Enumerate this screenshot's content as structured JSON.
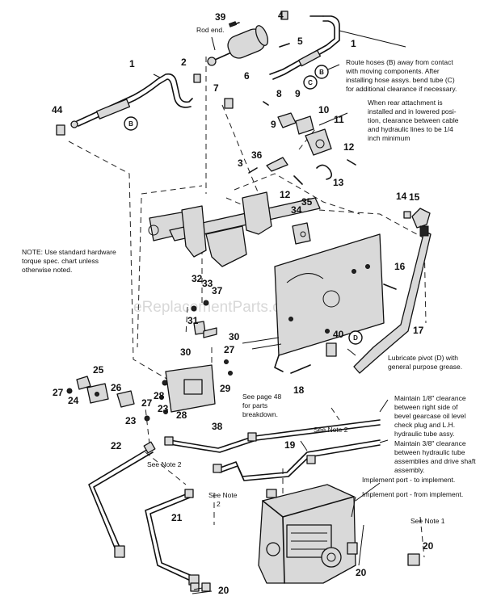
{
  "watermark": "eReplacementParts.com",
  "notes": {
    "rod_end": "Rod end.",
    "route_hoses": [
      "Route hoses (B) away from contact",
      "with moving components. After",
      "installing hose assys. bend tube (C)",
      "for additional clearance if necessary."
    ],
    "rear_attachment": [
      "When rear attachment is",
      "installed and in lowered posi-",
      "tion, clearance between cable",
      "and hydraulic lines to be 1/4",
      "inch minimum"
    ],
    "hardware": [
      "NOTE: Use standard hardware",
      "torque spec. chart unless",
      "otherwise noted."
    ],
    "lubricate": [
      "Lubricate pivot (D) with",
      "general purpose grease."
    ],
    "see_page": [
      "See page 48",
      "for parts",
      "breakdown."
    ],
    "clearance_1": [
      "Maintain 1/8\" clearance",
      "between right side of",
      "bevel gearcase oil level",
      "check plug and L.H.",
      "hydraulic tube assy."
    ],
    "clearance_2": [
      "Maintain 3/8\" clearance",
      "between hydraulic tube",
      "assemblies and drive shaft",
      "assembly."
    ],
    "see_note_2a": "See Note 2",
    "see_note_2b": "See Note 2",
    "see_note_2c": [
      "See Note",
      "2"
    ],
    "see_note_1": "See Note 1",
    "port_to": "Implement port - to implement.",
    "port_from": "Implement port - from implement."
  },
  "callouts": {
    "b1": "B",
    "b2": "B",
    "c": "C",
    "d": "D"
  },
  "part_numbers": {
    "n39": "39",
    "n4": "4",
    "n5": "5",
    "n1a": "1",
    "n1b": "1",
    "n2": "2",
    "n6": "6",
    "n44": "44",
    "n7": "7",
    "n8": "8",
    "n9a": "9",
    "n9b": "9",
    "n10": "10",
    "n11": "11",
    "n12a": "12",
    "n12b": "12",
    "n3": "3",
    "n36": "36",
    "n35": "35",
    "n13": "13",
    "n14": "14",
    "n15": "15",
    "n34": "34",
    "n16": "16",
    "n32": "32",
    "n33": "33",
    "n37": "37",
    "n31": "31",
    "n30a": "30",
    "n30b": "30",
    "n27a": "27",
    "n27b": "27",
    "n27c": "27",
    "n25": "25",
    "n24": "24",
    "n26": "26",
    "n23a": "23",
    "n23b": "23",
    "n28a": "28",
    "n28b": "28",
    "n29": "29",
    "n40": "40",
    "n17": "17",
    "n18": "18",
    "n38": "38",
    "n19": "19",
    "n22": "22",
    "n21": "21",
    "n20a": "20",
    "n20b": "20",
    "n20c": "20"
  }
}
